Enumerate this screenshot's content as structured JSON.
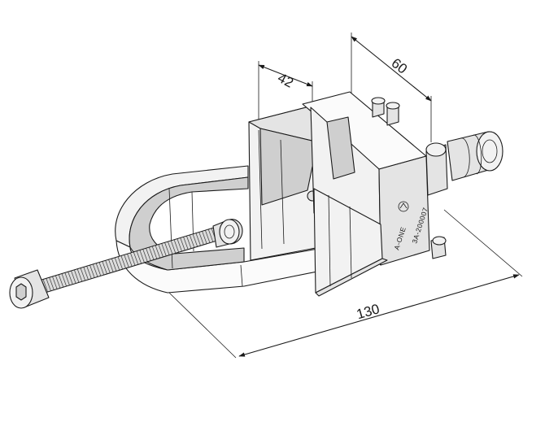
{
  "dimensions": {
    "width_top": "42",
    "depth_top": "60",
    "length_bottom": "130"
  },
  "markings": {
    "brand": "A-ONE",
    "part_number": "3A-200007"
  },
  "icons": {
    "logo": "a-one-logo-icon"
  },
  "colors": {
    "line": "#1a1a1a",
    "background": "#ffffff"
  }
}
